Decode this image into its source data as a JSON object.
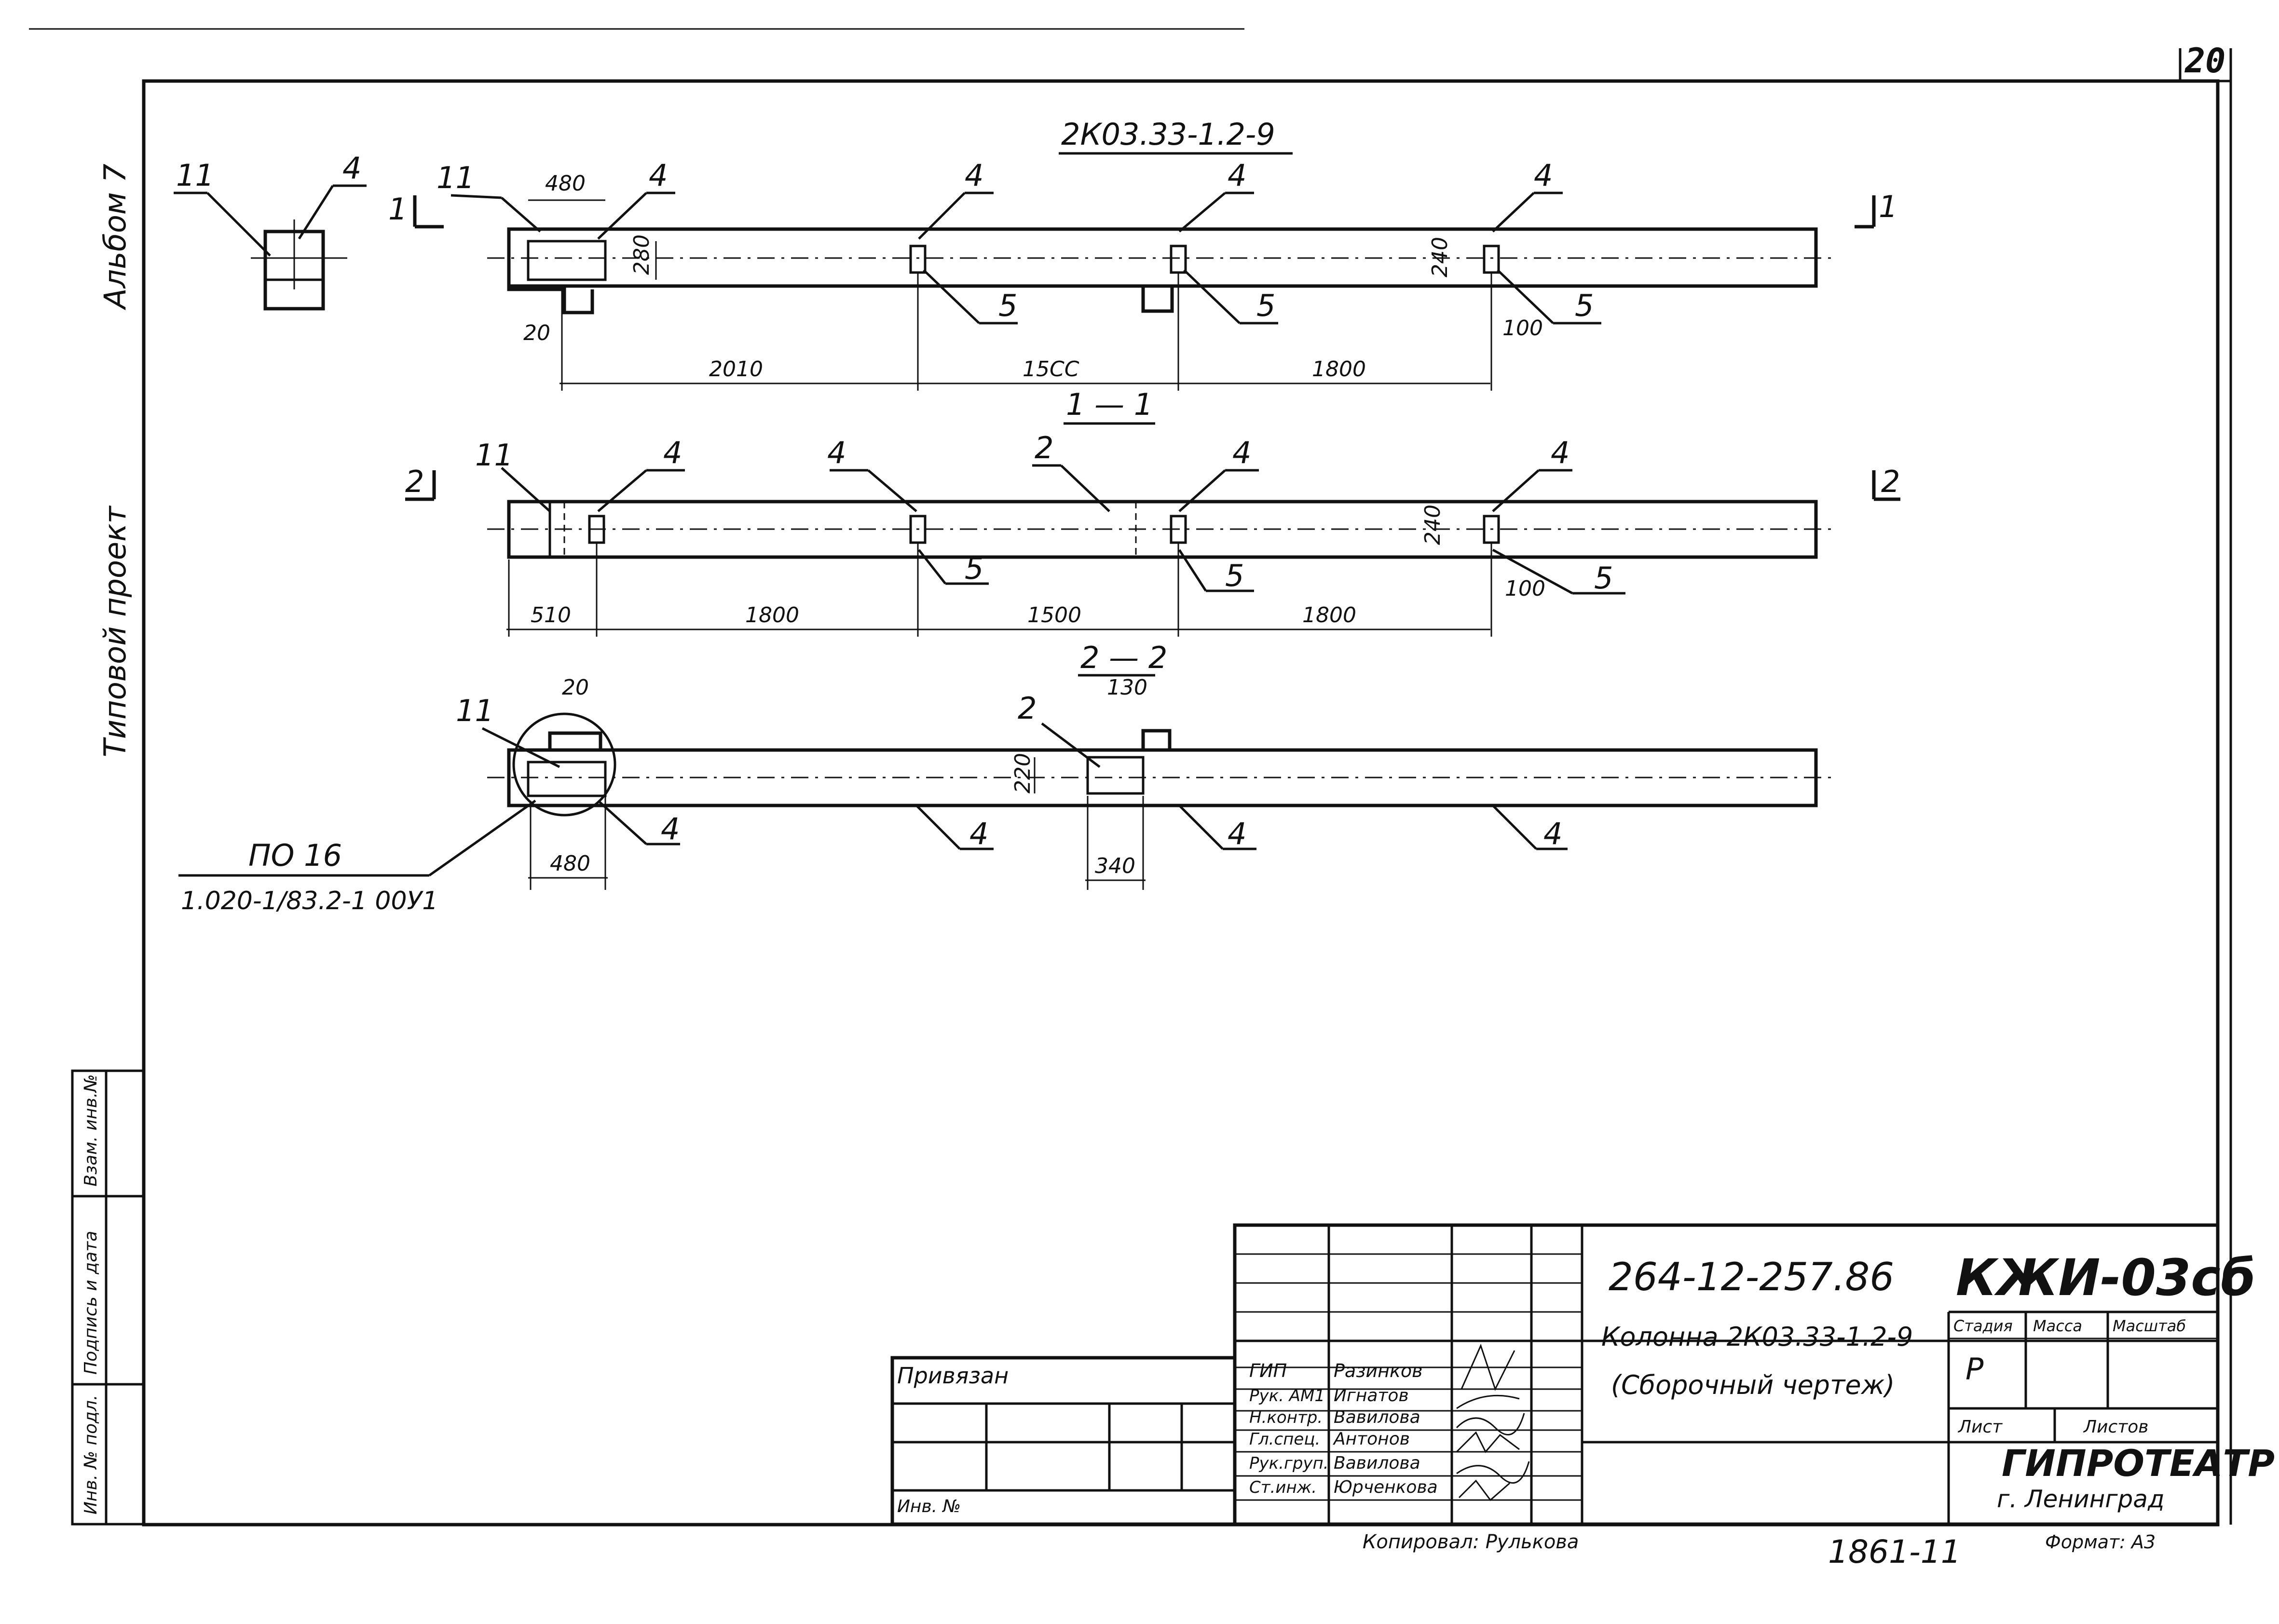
{
  "sheet_number": "20",
  "side_labels": {
    "album": "Альбом 7",
    "project": "Типовой проект"
  },
  "stamp_left_labels": [
    "Инв. № подл.",
    "Подпись и дата",
    "Взам. инв.№"
  ],
  "views": {
    "plan": {
      "title": "2К03.33-1.2-9",
      "section_left": "1",
      "section_right": "1",
      "dims_top": [
        "480",
        "280",
        "240",
        "20",
        "100"
      ],
      "dims_bottom": [
        "2010",
        "15СС",
        "1800"
      ],
      "callouts": [
        "11",
        "4",
        "4",
        "4",
        "4",
        "5",
        "5",
        "5"
      ]
    },
    "section_1": {
      "title": "1 — 1",
      "section_left": "2",
      "section_right": "2",
      "dims": [
        "240",
        "100"
      ],
      "dims_bottom": [
        "510",
        "1800",
        "1500",
        "1800"
      ],
      "callouts": [
        "11",
        "4",
        "4",
        "2",
        "4",
        "4",
        "5",
        "5",
        "5"
      ]
    },
    "section_2": {
      "title": "2 — 2",
      "dims": [
        "20",
        "130",
        "220",
        "480",
        "340"
      ],
      "callouts": [
        "11",
        "2",
        "4",
        "4",
        "4",
        "4"
      ],
      "note_line1": "ПО 16",
      "note_line2": "1.020-1/83.2-1 00У1"
    },
    "small_section": {
      "callouts": [
        "11",
        "4"
      ]
    }
  },
  "title_block": {
    "privyazan": "Привязан",
    "inv": "Инв. №",
    "roles": [
      "ГИП",
      "Рук. АМ1",
      "Н.контр.",
      "Гл.спец.",
      "Рук.груп.",
      "Ст.инж."
    ],
    "names": [
      "Разинков",
      "Игнатов",
      "Вавилова",
      "Антонов",
      "Вавилова",
      "Юрченкова"
    ],
    "doc_code": "264-12-257.86",
    "mark": "КЖИ-03сб",
    "name_line1": "Колонна 2К03.33-1.2-9",
    "name_line2": "(Сборочный чертеж)",
    "col_stage": "Стадия",
    "col_mass": "Масса",
    "col_scale": "Масштаб",
    "stage_value": "Р",
    "sheet_label": "Лист",
    "sheets_label": "Листов",
    "org": "ГИПРОТЕАТР",
    "city": "г. Ленинград"
  },
  "footer": {
    "copied": "Копировал: Рулькова",
    "order_no": "1861-11",
    "format": "Формат: А3"
  }
}
